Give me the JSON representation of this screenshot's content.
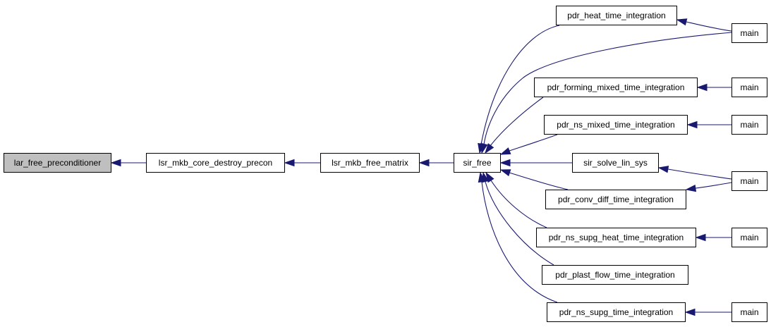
{
  "graph": {
    "direction": "right-to-left",
    "edge_color": "#191970",
    "root_fill": "#bfbfbf",
    "nodes": [
      {
        "id": "n0",
        "label": "lar_free_preconditioner",
        "highlighted": true
      },
      {
        "id": "n1",
        "label": "lsr_mkb_core_destroy_precon"
      },
      {
        "id": "n2",
        "label": "lsr_mkb_free_matrix"
      },
      {
        "id": "n3",
        "label": "sir_free"
      },
      {
        "id": "n4",
        "label": "pdr_heat_time_integration"
      },
      {
        "id": "n5",
        "label": "main"
      },
      {
        "id": "n6",
        "label": "pdr_forming_mixed_time_integration"
      },
      {
        "id": "n7",
        "label": "main"
      },
      {
        "id": "n8",
        "label": "pdr_ns_mixed_time_integration"
      },
      {
        "id": "n9",
        "label": "main"
      },
      {
        "id": "n10",
        "label": "sir_solve_lin_sys"
      },
      {
        "id": "n11",
        "label": "main"
      },
      {
        "id": "n12",
        "label": "pdr_conv_diff_time_integration"
      },
      {
        "id": "n13",
        "label": "pdr_ns_supg_heat_time_integration"
      },
      {
        "id": "n14",
        "label": "main"
      },
      {
        "id": "n15",
        "label": "pdr_plast_flow_time_integration"
      },
      {
        "id": "n16",
        "label": "pdr_ns_supg_time_integration"
      },
      {
        "id": "n17",
        "label": "main"
      }
    ],
    "edges": [
      {
        "from": "n1",
        "to": "n0"
      },
      {
        "from": "n2",
        "to": "n1"
      },
      {
        "from": "n3",
        "to": "n2"
      },
      {
        "from": "n4",
        "to": "n3"
      },
      {
        "from": "n5",
        "to": "n3"
      },
      {
        "from": "n6",
        "to": "n3"
      },
      {
        "from": "n8",
        "to": "n3"
      },
      {
        "from": "n10",
        "to": "n3"
      },
      {
        "from": "n12",
        "to": "n3"
      },
      {
        "from": "n13",
        "to": "n3"
      },
      {
        "from": "n15",
        "to": "n3"
      },
      {
        "from": "n16",
        "to": "n3"
      },
      {
        "from": "n5",
        "to": "n4"
      },
      {
        "from": "n7",
        "to": "n6"
      },
      {
        "from": "n9",
        "to": "n8"
      },
      {
        "from": "n11",
        "to": "n10"
      },
      {
        "from": "n11",
        "to": "n12"
      },
      {
        "from": "n14",
        "to": "n13"
      },
      {
        "from": "n17",
        "to": "n16"
      }
    ]
  }
}
